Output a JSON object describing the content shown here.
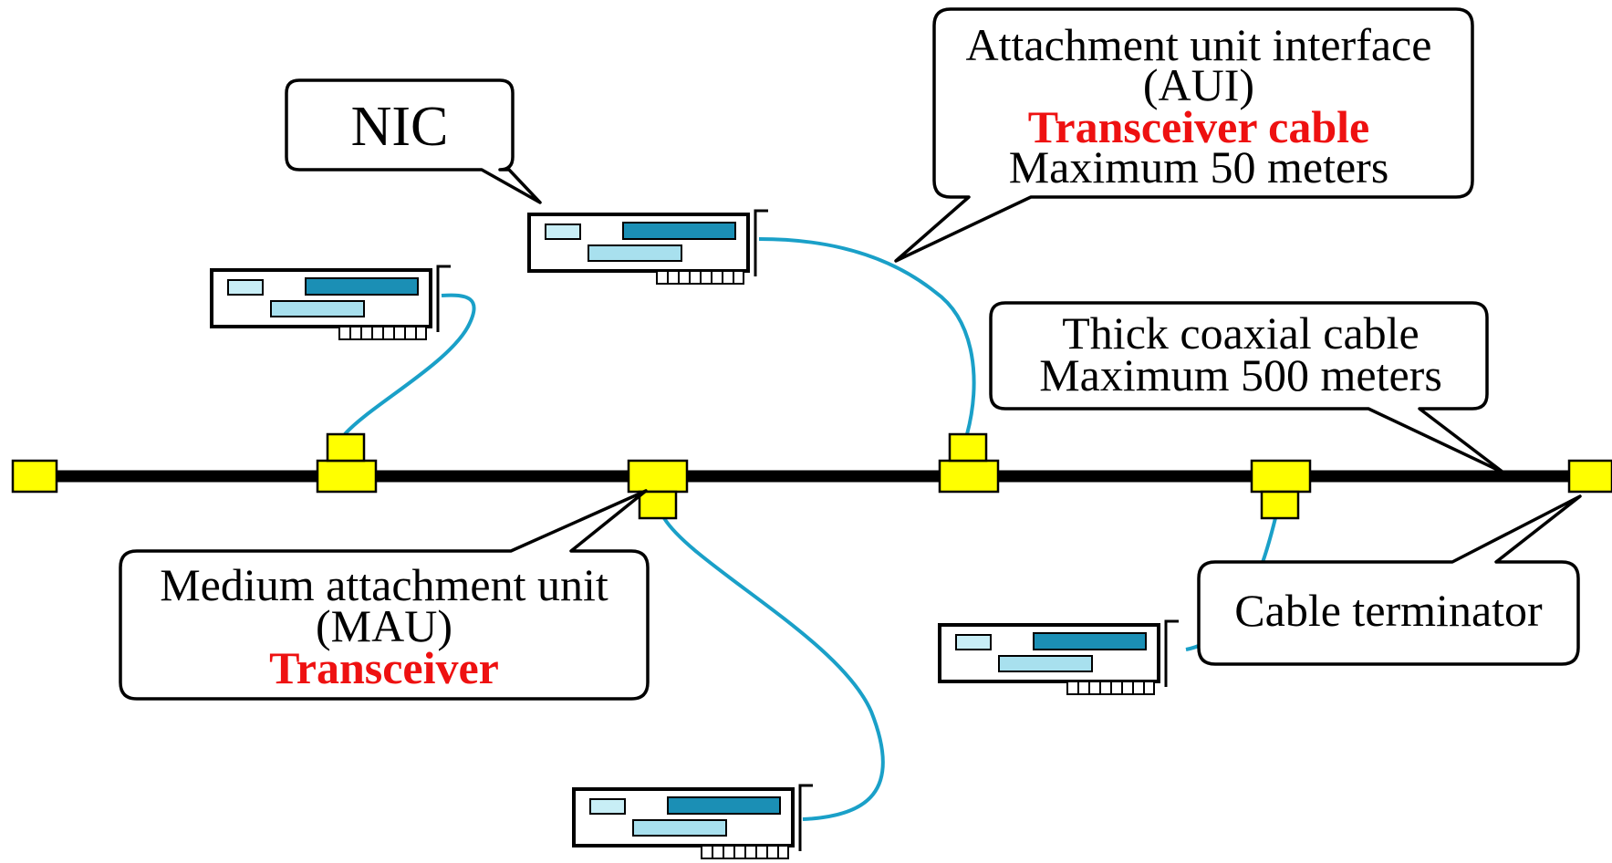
{
  "labels": {
    "nic": "NIC",
    "aui_line1": "Attachment unit interface",
    "aui_line2": "(AUI)",
    "aui_line3": "Transceiver cable",
    "aui_line4": "Maximum 50 meters",
    "coax_line1": "Thick coaxial cable",
    "coax_line2": "Maximum 500 meters",
    "mau_line1": "Medium attachment unit",
    "mau_line2": "(MAU)",
    "mau_line3": "Transceiver",
    "terminator": "Cable terminator"
  },
  "colors": {
    "highlight_text": "#ee1111",
    "connector": "#ffff00",
    "drop_cable": "#1aa0c8",
    "chip_dark": "#1b8fb5",
    "chip_light": "#c8eef6"
  }
}
